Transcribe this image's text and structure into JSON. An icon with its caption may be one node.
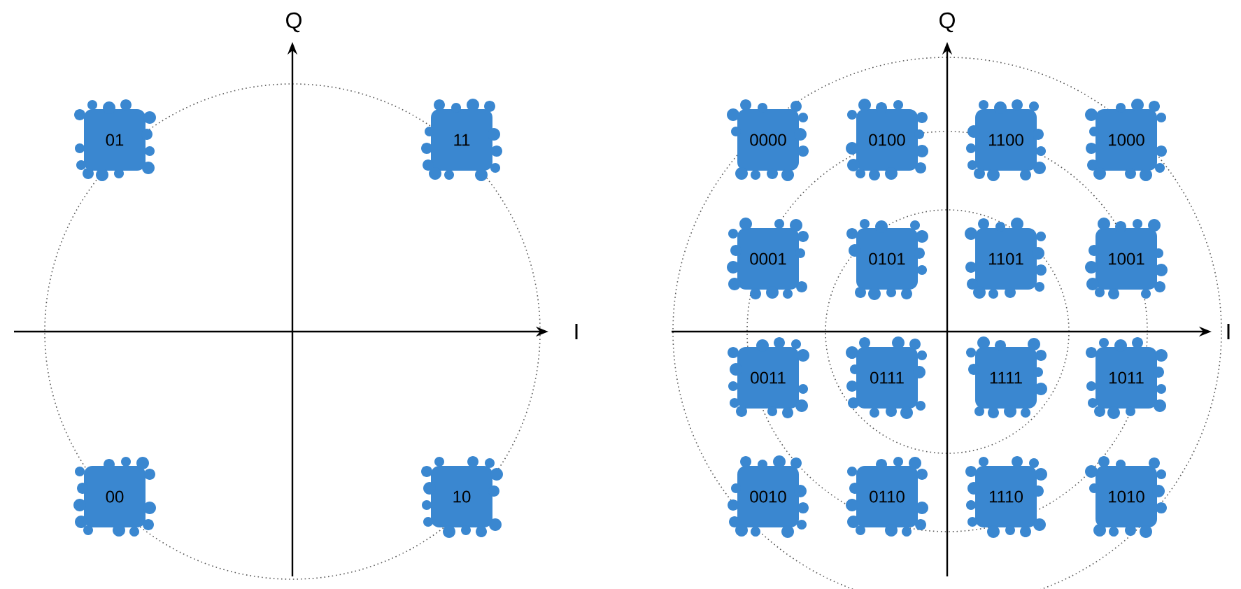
{
  "diagram": {
    "nodes": [
      {
        "text": [
          "01"
        ]
      },
      {
        "text": [
          "11"
        ]
      },
      {
        "text": [
          "00"
        ]
      },
      {
        "text": [
          "10"
        ]
      },
      {
        "text": [
          "0000"
        ]
      },
      {
        "text": [
          "0100"
        ]
      },
      {
        "text": [
          "1100"
        ]
      },
      {
        "text": [
          "1000"
        ]
      },
      {
        "text": [
          "0001"
        ]
      },
      {
        "text": [
          "0101"
        ]
      },
      {
        "text": [
          "1101"
        ]
      },
      {
        "text": [
          "1001"
        ]
      },
      {
        "text": [
          "0011"
        ]
      },
      {
        "text": [
          "0111"
        ]
      },
      {
        "text": [
          "1111"
        ]
      },
      {
        "text": [
          "1011"
        ]
      },
      {
        "text": [
          "0010"
        ]
      },
      {
        "text": [
          "0110"
        ]
      },
      {
        "text": [
          "1110"
        ]
      },
      {
        "text": [
          "1010"
        ]
      }
    ],
    "labels": [
      "Q",
      "I",
      "Q",
      "I"
    ]
  }
}
